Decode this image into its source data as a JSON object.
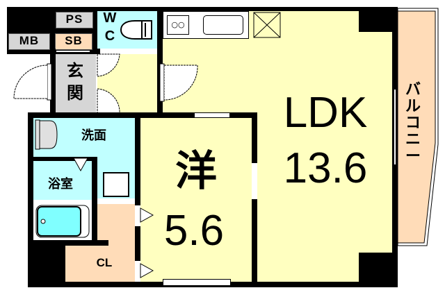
{
  "floor_plan": {
    "colors": {
      "wall": "#000000",
      "ldk_floor": "#ffffc0",
      "western_room_floor": "#ffffc0",
      "wet_area": "#c0ffff",
      "entrance": "#d6d6d6",
      "closet": "#ffdcb8",
      "balcony": "#ffdcb8",
      "bathtub": "#80ffff"
    },
    "rooms": {
      "ldk": {
        "name": "LDK",
        "size": "13.6"
      },
      "western": {
        "name": "洋",
        "size": "5.6"
      },
      "entrance": {
        "name": "玄関"
      },
      "washroom": {
        "name": "洗面"
      },
      "bathroom": {
        "name": "浴室"
      },
      "toilet": {
        "name_line1": "W",
        "name_line2": "C"
      },
      "closet": {
        "name": "CL"
      },
      "balcony": {
        "name": "バルコニー"
      }
    },
    "tags": {
      "ps": "PS",
      "mb": "MB",
      "sb": "SB"
    }
  }
}
